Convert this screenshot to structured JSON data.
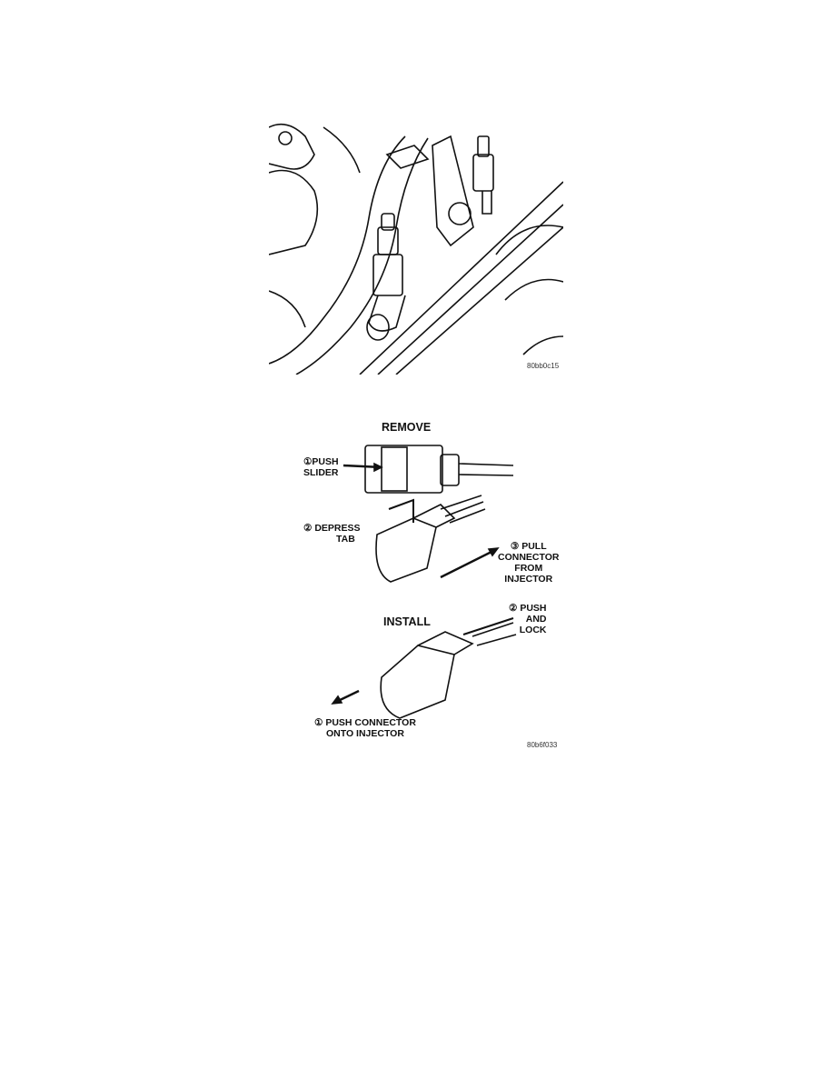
{
  "figure1": {
    "code": "80bb0c15"
  },
  "figure2": {
    "code": "80b6f033",
    "remove_heading": "REMOVE",
    "install_heading": "INSTALL",
    "labels": {
      "push_slider": [
        "①PUSH",
        "SLIDER"
      ],
      "depress_tab": [
        "② DEPRESS",
        "TAB"
      ],
      "pull_connector": [
        "③ PULL",
        "CONNECTOR",
        "FROM",
        "INJECTOR"
      ],
      "push_and_lock": [
        "② PUSH",
        "AND",
        "LOCK"
      ],
      "push_connector": [
        "① PUSH CONNECTOR",
        "ONTO INJECTOR"
      ]
    }
  }
}
